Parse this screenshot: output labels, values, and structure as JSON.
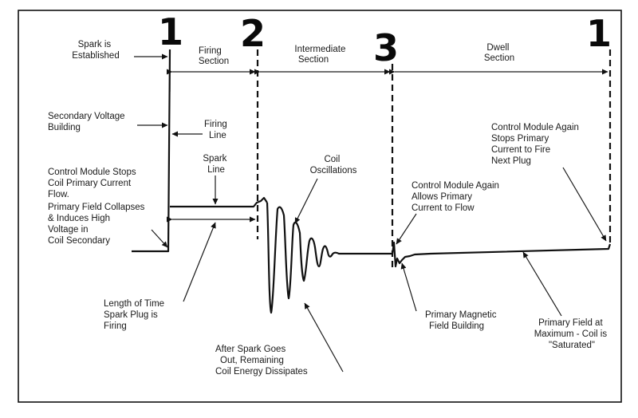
{
  "markers": [
    "1",
    "2",
    "3",
    "1"
  ],
  "sections": {
    "firing": [
      "Firing",
      "Section"
    ],
    "intermediate": [
      "Intermediate",
      "Section"
    ],
    "dwell": [
      "Dwell",
      "Section"
    ]
  },
  "labels": {
    "spark_established": [
      "Spark is",
      "Established"
    ],
    "secondary_voltage": [
      "Secondary Voltage",
      "Building"
    ],
    "firing_line": [
      "Firing",
      "Line"
    ],
    "spark_line": [
      "Spark",
      "Line"
    ],
    "control_module_stops": [
      "Control Module Stops",
      "Coil Primary Current",
      "Flow."
    ],
    "primary_field_collapses": [
      "Primary Field Collapses",
      "& Induces High",
      "Voltage in",
      "Coil Secondary"
    ],
    "coil_oscillations": [
      "Coil",
      "Oscillations"
    ],
    "control_module_allows": [
      "Control Module Again",
      "Allows Primary",
      "Current to Flow"
    ],
    "control_module_stops_again": [
      "Control Module Again",
      "Stops Primary",
      "Current to Fire",
      "Next Plug"
    ],
    "length_of_time": [
      "Length of Time",
      "Spark Plug is",
      "Firing"
    ],
    "after_spark": [
      "After Spark Goes",
      "Out, Remaining",
      "Coil Energy Dissipates"
    ],
    "primary_magnetic": [
      "Primary Magnetic",
      "Field Building"
    ],
    "primary_field_max": [
      "Primary Field at",
      "Maximum - Coil is",
      "\"Saturated\""
    ]
  }
}
